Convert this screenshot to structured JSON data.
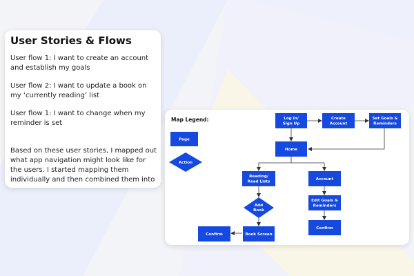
{
  "colors": {
    "node_fill": "#1549e0",
    "arrow": "#333333",
    "card_bg": "#ffffff",
    "page_bg": "#f3f4f8"
  },
  "stories": {
    "title": "User Stories & Flows",
    "flows": [
      "User flow 1: I want to create an account and establish my goals",
      "User flow 2: I want to update a book on my ‘currently reading’ list",
      "User flow 1: I want to change when my reminder is set"
    ],
    "summary": "Based on these user stories, I mapped out what app navigation might look like for the users. I started mapping them individually and then combined them into"
  },
  "map": {
    "legend_title": "Map Legend:",
    "legend": {
      "page_label": "Page",
      "action_label": "Action"
    },
    "nodes": {
      "login": [
        "Log In/",
        "Sign Up"
      ],
      "create": [
        "Create",
        "Account"
      ],
      "goals": [
        "Set Goals &",
        "Reminders"
      ],
      "home": [
        "Home"
      ],
      "reading": [
        "Reading/",
        "Read Lists"
      ],
      "account": [
        "Account"
      ],
      "add_book": [
        "Add",
        "Book"
      ],
      "edit_goals": [
        "Edit Goals &",
        "Reminders"
      ],
      "confirm_right": [
        "Confirm"
      ],
      "book_screen": [
        "Book Screen"
      ],
      "confirm_left": [
        "Confirm"
      ]
    }
  }
}
